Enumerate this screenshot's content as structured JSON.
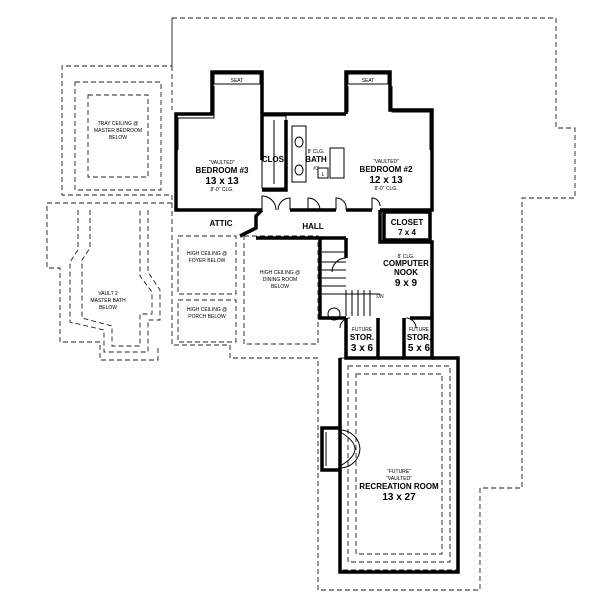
{
  "plan": {
    "labels": {
      "tray_ceiling_1": "TRAY CEILING @",
      "tray_ceiling_2": "MASTER BEDROOM",
      "tray_ceiling_3": "BELOW",
      "vault_1": "VAULT 2",
      "vault_2": "MASTER BATH",
      "vault_3": "BELOW",
      "foyer_1": "HIGH CEILING @",
      "foyer_2": "FOYER BELOW",
      "porch_1": "HIGH CEILING @",
      "porch_2": "PORCH BELOW",
      "dining_1": "HIGH CEILING @",
      "dining_2": "DINING ROOM",
      "dining_3": "BELOW",
      "seat_1": "SEAT",
      "seat_2": "SEAT",
      "bed3_1": "\"VAULTED\"",
      "bed3_2": "BEDROOM #3",
      "bed3_3": "13 x 13",
      "bed3_4": "8'-0\" CLG.",
      "clos": "CLOS.",
      "bath_1": "8' CLG.",
      "bath_2": "BATH",
      "bath_3": "#3",
      "bath_l": "L",
      "bed2_1": "\"VAULTED\"",
      "bed2_2": "BEDROOM #2",
      "bed2_3": "12 x 13",
      "bed2_4": "8'-0\" CLG.",
      "attic": "ATTIC",
      "hall": "HALL",
      "closet_1": "CLOSET",
      "closet_2": "7 x 4",
      "nook_1": "8' CLG.",
      "nook_2": "COMPUTER",
      "nook_3": "NOOK",
      "nook_4": "9 x 9",
      "dn": "DN",
      "stor1_1": "FUTURE",
      "stor1_2": "STOR.",
      "stor1_3": "3 x 6",
      "stor2_1": "FUTURE",
      "stor2_2": "STOR.",
      "stor2_3": "5 x 6",
      "rec_1": "\"FUTURE\"",
      "rec_2": "\"VAULTED\"",
      "rec_3": "RECREATION ROOM",
      "rec_4": "13 x 27"
    }
  }
}
